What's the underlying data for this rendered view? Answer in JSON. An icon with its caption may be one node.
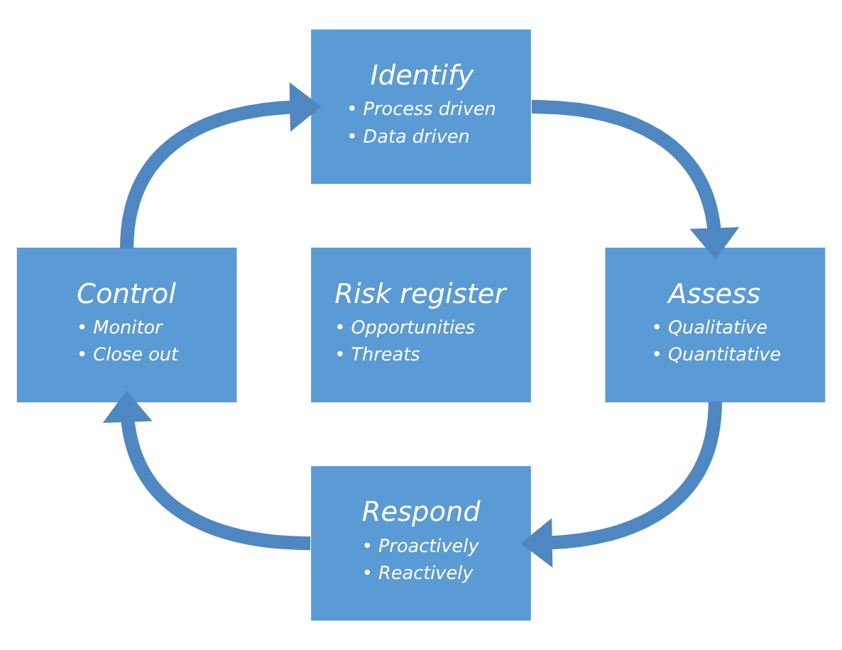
{
  "diagram": {
    "nodes": [
      {
        "text": [
          "Identify",
          "• Process driven",
          "• Data driven"
        ]
      },
      {
        "text": [
          "Control",
          "• Monitor",
          "• Close out"
        ]
      },
      {
        "text": [
          "Risk register",
          "• Opportunities",
          "• Threats"
        ]
      },
      {
        "text": [
          "Assess",
          "• Qualitative",
          "• Quantitative"
        ]
      },
      {
        "text": [
          "Respond",
          "• Proactively",
          "• Reactively"
        ]
      }
    ],
    "edges": [
      {
        "from": 0,
        "to": 3,
        "arrow": "to"
      },
      {
        "from": 3,
        "to": 4,
        "arrow": "to"
      },
      {
        "from": 4,
        "to": 1,
        "arrow": "to"
      },
      {
        "from": 1,
        "to": 0,
        "arrow": "to"
      }
    ]
  }
}
